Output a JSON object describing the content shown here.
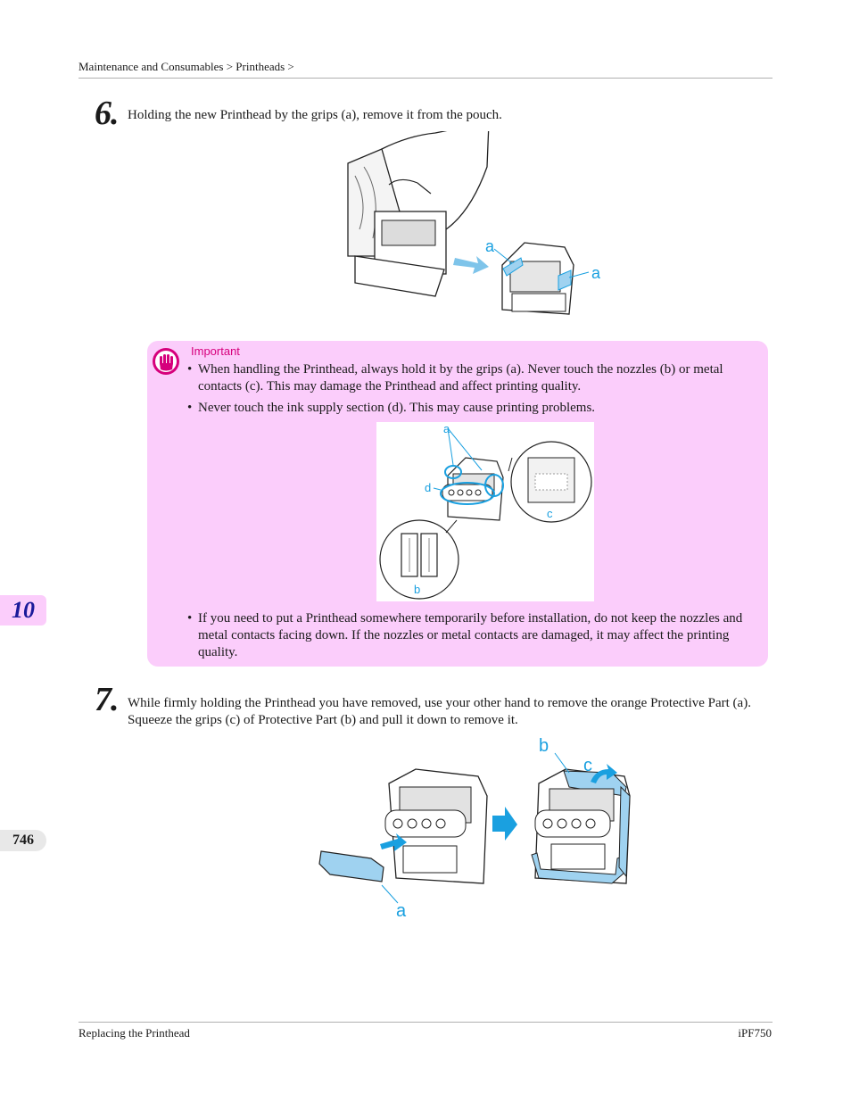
{
  "header": {
    "breadcrumb": "Maintenance and Consumables > Printheads >"
  },
  "step6": {
    "number": "6.",
    "text": "Holding the new Printhead by the grips (a), remove it from the pouch.",
    "figure_labels": [
      "a",
      "a"
    ]
  },
  "important": {
    "label": "Important",
    "icon": "hand-stop-icon",
    "bullets": [
      "When handling the Printhead, always hold it by the grips (a). Never touch the nozzles (b) or metal contacts (c). This may damage the Printhead and affect printing quality.",
      "Never touch the ink supply section (d). This may cause printing problems.",
      "If you need to put a Printhead somewhere temporarily before installation, do not keep the nozzles and metal contacts facing down. If the nozzles or metal contacts are damaged, it may affect the printing quality."
    ],
    "figure_labels": {
      "a": "a",
      "b": "b",
      "c": "c",
      "d": "d"
    }
  },
  "step7": {
    "number": "7.",
    "text": "While firmly holding the Printhead you have removed, use your other hand to remove the orange Protective Part (a). Squeeze the grips (c) of Protective Part (b) and pull it down to remove it.",
    "figure_labels": {
      "a": "a",
      "b": "b",
      "c": "c"
    }
  },
  "side_tabs": {
    "chapter": "10",
    "page": "746"
  },
  "footer": {
    "left": "Replacing the Printhead",
    "right": "iPF750"
  },
  "colors": {
    "accent_blue": "#1aa0e0",
    "callout_pink": "#fbcdfb",
    "label_magenta": "#d6007c"
  }
}
